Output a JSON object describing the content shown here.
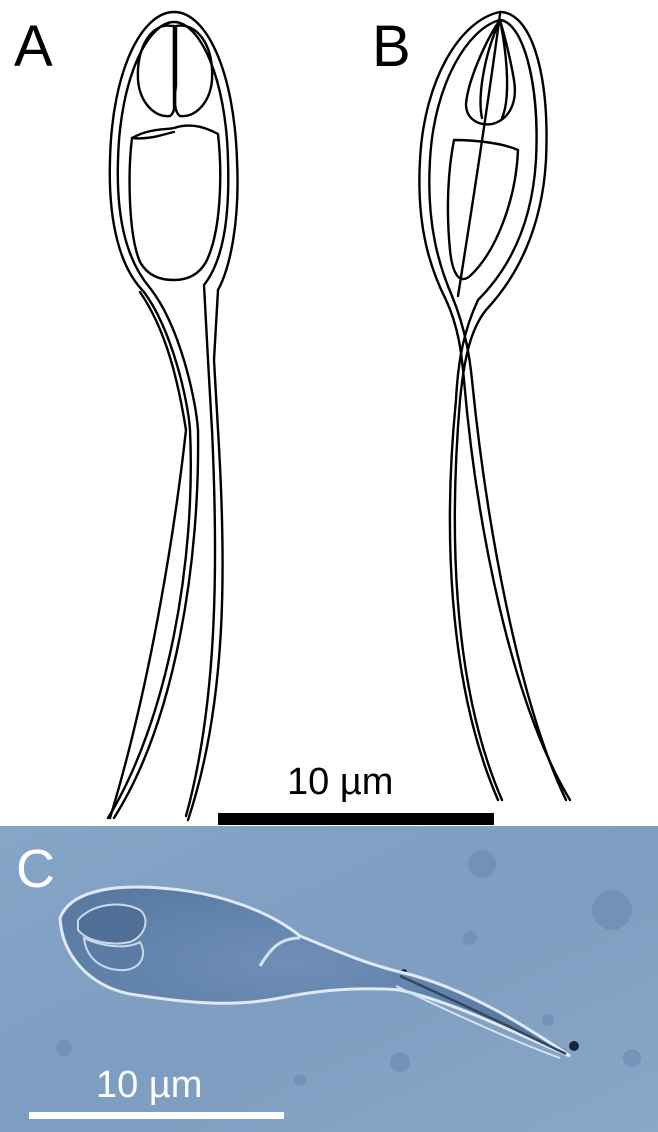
{
  "panels": {
    "a": {
      "label": "A"
    },
    "b": {
      "label": "B"
    },
    "c": {
      "label": "C"
    }
  },
  "scale_bars": {
    "drawing": {
      "label": "10 µm"
    },
    "micrograph": {
      "label": "10 µm"
    }
  },
  "colors": {
    "line": "#000000",
    "micrograph_background": "#7f9fc2",
    "micrograph_label": "#ffffff"
  }
}
